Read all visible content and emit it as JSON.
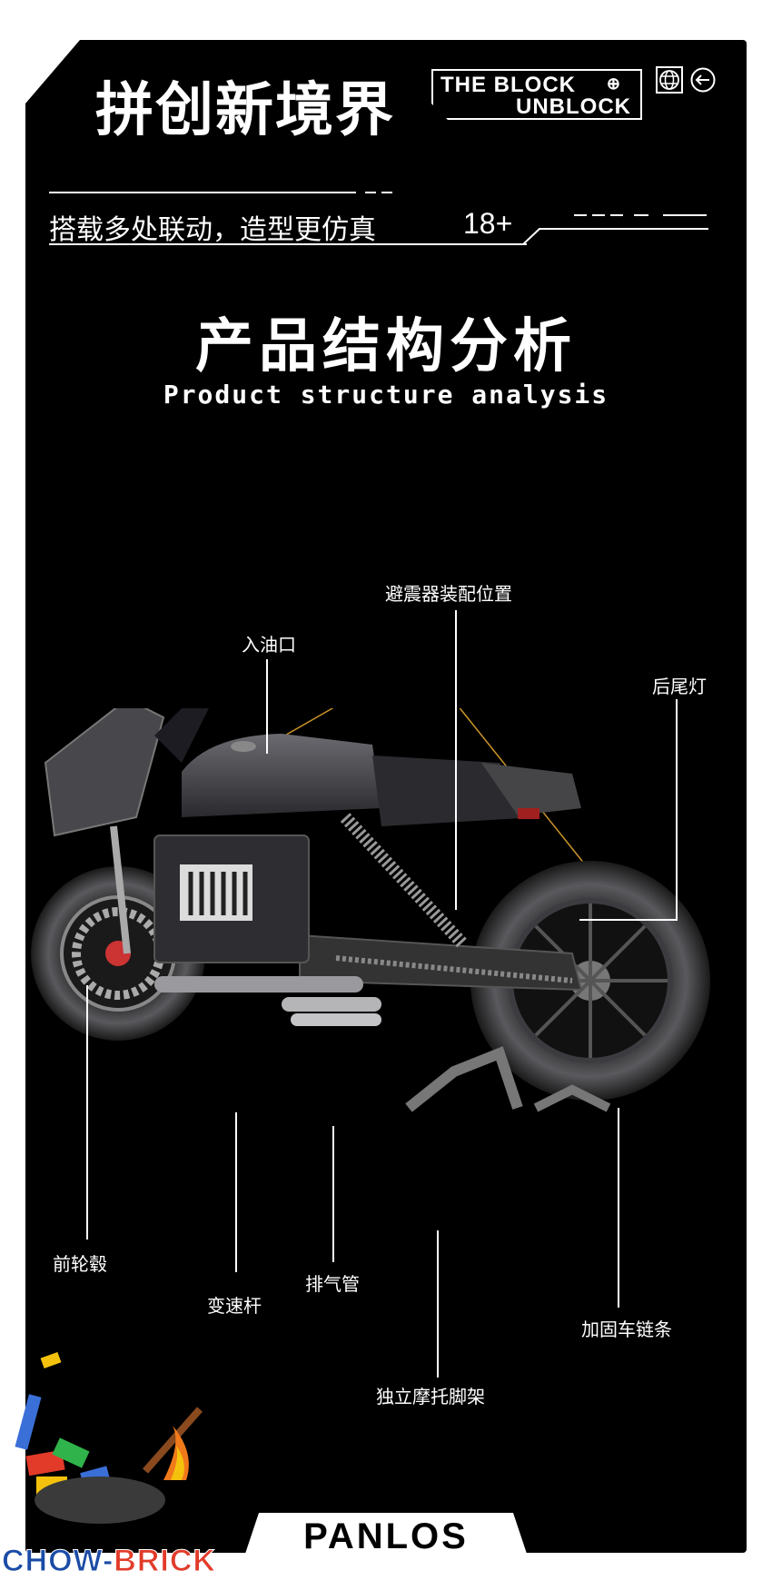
{
  "header": {
    "title": "拼创新境界",
    "tag_line1": "THE BLOCK",
    "tag_line2": "UNBLOCK",
    "tag_plus": "⊕",
    "subtitle": "搭载多处联动，造型更仿真",
    "age": "18+"
  },
  "section": {
    "title": "产品结构分析",
    "subtitle": "Product structure analysis"
  },
  "callouts": {
    "shock": "避震器装配位置",
    "fuel": "入油口",
    "taillight": "后尾灯",
    "front_hub": "前轮毂",
    "gear_lever": "变速杆",
    "exhaust": "排气管",
    "chain": "加固车链条",
    "stand": "独立摩托脚架"
  },
  "footer": {
    "brand": "PANLOS",
    "watermark_a": "CHOW",
    "watermark_sep": "-",
    "watermark_b": "BRICK"
  },
  "colors": {
    "background": "#000000",
    "accent_line": "#c8922a",
    "bike_body": "#3a3a3e",
    "watermark_blue": "#1a4ba6",
    "watermark_red": "#e23b2a"
  }
}
